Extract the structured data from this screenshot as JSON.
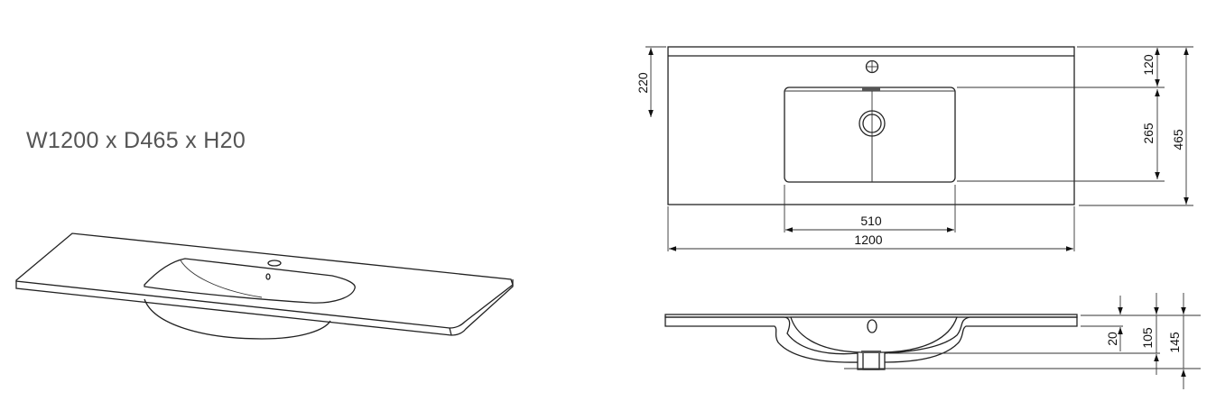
{
  "product": {
    "title": "W1200 x D465 x H20"
  },
  "top_view": {
    "dim_left": "220",
    "dim_tap_offset": "120",
    "dim_basin_depth": "265",
    "dim_total_depth": "465",
    "dim_basin_width": "510",
    "dim_total_width": "1200"
  },
  "section_view": {
    "dim_thickness": "20",
    "dim_basin_height": "105",
    "dim_total_height": "145"
  }
}
